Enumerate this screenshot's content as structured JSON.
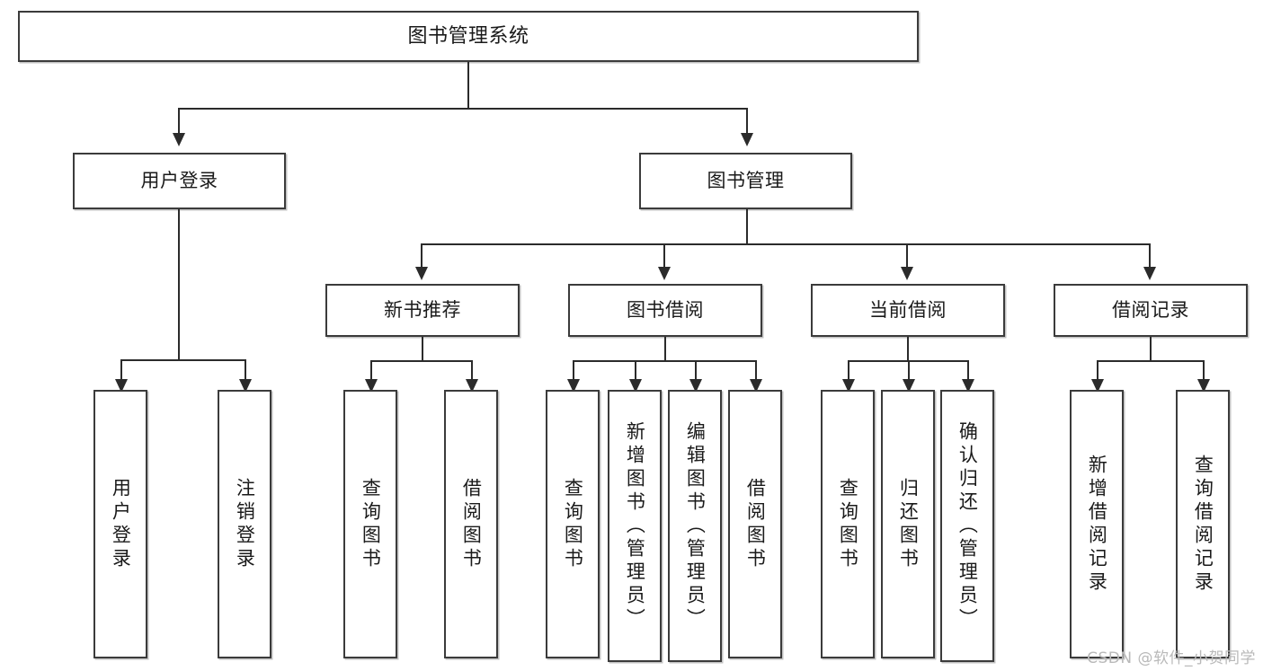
{
  "diagram": {
    "title_node": {
      "label": "图书管理系统"
    },
    "level2": [
      {
        "id": "user-login",
        "label": "用户登录"
      },
      {
        "id": "book-management",
        "label": "图书管理"
      }
    ],
    "level3": [
      {
        "id": "new-book-recommend",
        "label": "新书推荐"
      },
      {
        "id": "book-borrow",
        "label": "图书借阅"
      },
      {
        "id": "current-borrow",
        "label": "当前借阅"
      },
      {
        "id": "borrow-record",
        "label": "借阅记录"
      }
    ],
    "leaves": {
      "user_login": [
        {
          "id": "leaf-user-login",
          "label": "用户登录"
        },
        {
          "id": "leaf-logout-login",
          "label": "注销登录"
        }
      ],
      "new_book_recommend": [
        {
          "id": "leaf-query-book-1",
          "label": "查询图书"
        },
        {
          "id": "leaf-borrow-book-1",
          "label": "借阅图书"
        }
      ],
      "book_borrow": [
        {
          "id": "leaf-query-book-2",
          "label": "查询图书"
        },
        {
          "id": "leaf-add-book",
          "label": "新增图书（管理员）"
        },
        {
          "id": "leaf-edit-book",
          "label": "编辑图书（管理员）"
        },
        {
          "id": "leaf-borrow-book-2",
          "label": "借阅图书"
        }
      ],
      "current_borrow": [
        {
          "id": "leaf-query-book-3",
          "label": "查询图书"
        },
        {
          "id": "leaf-return-book",
          "label": "归还图书"
        },
        {
          "id": "leaf-confirm-return",
          "label": "确认归还（管理员）"
        }
      ],
      "borrow_record": [
        {
          "id": "leaf-add-borrow-record",
          "label": "新增借阅记录"
        },
        {
          "id": "leaf-query-borrow-record",
          "label": "查询借阅记录"
        }
      ]
    },
    "watermark": "CSDN @软件_小贺同学",
    "colors": {
      "box_border": "#3b3b3b",
      "line": "#2b2b2b",
      "background": "#ffffff",
      "text": "#1a1a1a",
      "watermark": "#b9b9b9"
    }
  }
}
